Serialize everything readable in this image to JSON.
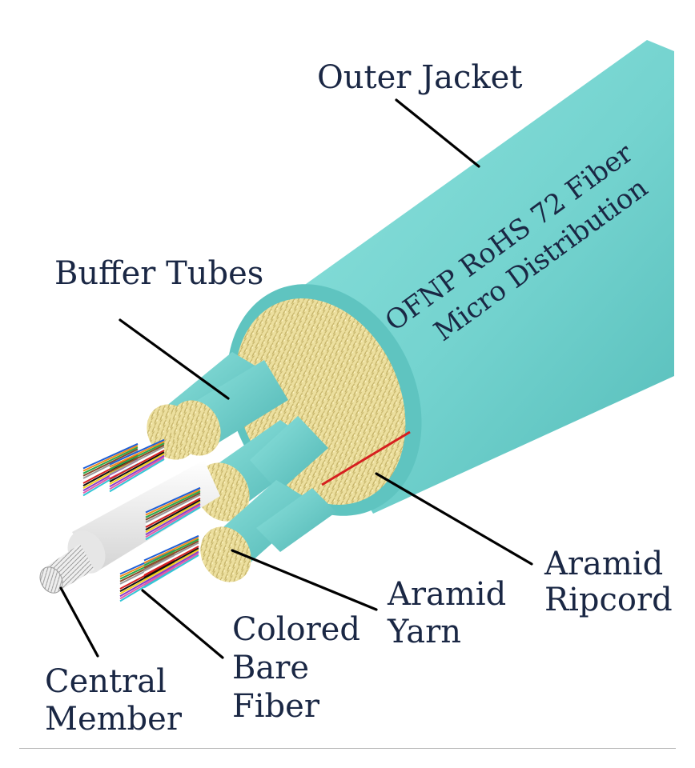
{
  "title_label": "Outer Jacket",
  "jacket_print": [
    "OFNP RoHS 72 Fiber",
    "Micro Distribution"
  ],
  "labels": {
    "buffer_tubes": "Buffer Tubes",
    "aramid_ripcord": [
      "Aramid",
      "Ripcord"
    ],
    "aramid_yarn": [
      "Aramid",
      "Yarn"
    ],
    "colored_bare_fiber": [
      "Colored",
      "Bare",
      "Fiber"
    ],
    "central_member": [
      "Central",
      "Member"
    ]
  },
  "colors": {
    "jacket": "#7fd9d4",
    "jacket_dark": "#4fb8b6",
    "aramid": "#e8dc9c",
    "aramid_dark": "#c9b96a",
    "ripcord": "#d61f1f",
    "central_member": "#f2f2f2",
    "label_text": "#1a2744"
  },
  "fiber_colors": [
    "#1f5fd6",
    "#f28c1b",
    "#2aa84a",
    "#8a4b2b",
    "#9a9a9a",
    "#ffffff",
    "#d61f1f",
    "#111111",
    "#f2d21b",
    "#8a3fc9",
    "#e35aa8",
    "#33c6d6"
  ]
}
